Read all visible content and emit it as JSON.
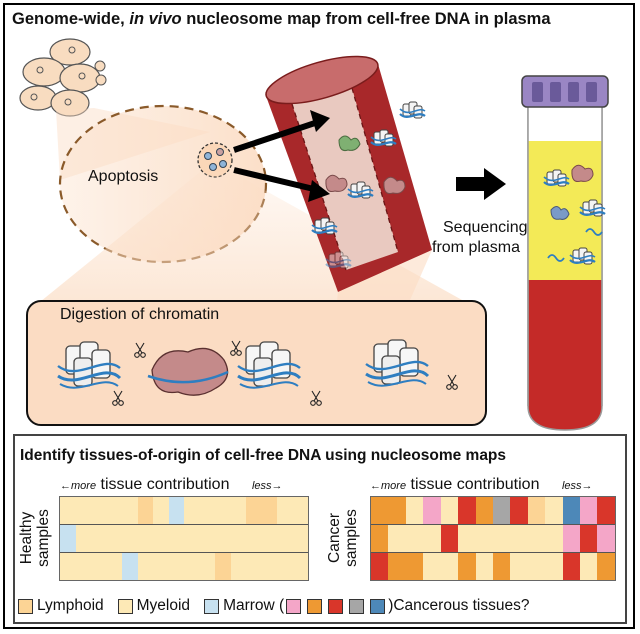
{
  "title": {
    "pre": "Genome-wide, ",
    "italic": "in vivo",
    "post": " nucleosome map from cell-free DNA in plasma"
  },
  "labels": {
    "apoptosis": "Apoptosis",
    "sequencing_line1": "Sequencing",
    "sequencing_line2": "from plasma",
    "digestion": "Digestion of chromatin"
  },
  "bottom_panel": {
    "title": "Identify tissues-of-origin of cell-free DNA using nucleosome maps",
    "healthy": {
      "label_line1": "Healthy",
      "label_line2": "samples",
      "axis_more": "←more",
      "axis_main": "tissue contribution",
      "axis_less": "less→",
      "rows": [
        [
          "#fde9b6",
          "#fde9b6",
          "#fde9b6",
          "#fde9b6",
          "#fde9b6",
          "#fcd495",
          "#fde9b6",
          "#c7e1f0",
          "#fde9b6",
          "#fde9b6",
          "#fde9b6",
          "#fde9b6",
          "#fcd495",
          "#fcd495",
          "#fde9b6",
          "#fde9b6"
        ],
        [
          "#c7e1f0",
          "#fde9b6",
          "#fde9b6",
          "#fde9b6",
          "#fde9b6",
          "#fde9b6",
          "#fde9b6",
          "#fde9b6",
          "#fde9b6",
          "#fde9b6",
          "#fde9b6",
          "#fde9b6",
          "#fde9b6",
          "#fde9b6",
          "#fde9b6",
          "#fde9b6"
        ],
        [
          "#fde9b6",
          "#fde9b6",
          "#fde9b6",
          "#fde9b6",
          "#c7e1f0",
          "#fde9b6",
          "#fde9b6",
          "#fde9b6",
          "#fde9b6",
          "#fde9b6",
          "#fcd495",
          "#fde9b6",
          "#fde9b6",
          "#fde9b6",
          "#fde9b6",
          "#fde9b6"
        ]
      ]
    },
    "cancer": {
      "label_line1": "Cancer",
      "label_line2": "samples",
      "axis_more": "←more",
      "axis_main": "tissue contribution",
      "axis_less": "less→",
      "rows": [
        [
          "#ee9933",
          "#ee9933",
          "#fde9b6",
          "#f4a6c8",
          "#fde9b6",
          "#d9362a",
          "#ee9933",
          "#a6a6a6",
          "#d9362a",
          "#fcd495",
          "#fde9b6",
          "#4d88b8",
          "#f4a6c8",
          "#d9362a"
        ],
        [
          "#ee9933",
          "#fde9b6",
          "#fde9b6",
          "#fde9b6",
          "#d9362a",
          "#fde9b6",
          "#fde9b6",
          "#fde9b6",
          "#fde9b6",
          "#fde9b6",
          "#fde9b6",
          "#f4a6c8",
          "#d9362a",
          "#f4a6c8"
        ],
        [
          "#d9362a",
          "#ee9933",
          "#ee9933",
          "#fde9b6",
          "#fde9b6",
          "#ee9933",
          "#fde9b6",
          "#ee9933",
          "#fde9b6",
          "#fde9b6",
          "#fde9b6",
          "#d9362a",
          "#fde9b6",
          "#ee9933"
        ]
      ]
    },
    "legend": {
      "lymphoid": "Lymphoid",
      "myeloid": "Myeloid",
      "marrow": "Marrow (",
      "cancer": ")Cancerous tissues?",
      "colors": {
        "lymphoid": "#fcd495",
        "myeloid": "#fde9b6",
        "marrow": "#c7e1f0",
        "cancer": [
          "#f4a6c8",
          "#ee9933",
          "#d9362a",
          "#a6a6a6",
          "#4d88b8"
        ]
      }
    }
  },
  "palette": {
    "vessel": "#a8282a",
    "vessel_inner": "#c86c6c",
    "cell_fill": "#f8dcc0",
    "peach": "#fbdcc3",
    "plasma": "#f3ea57",
    "blood": "#c42a28",
    "cap": "#9a86c4",
    "dna": "#2e7ec1",
    "protein": "#c48a8a"
  }
}
